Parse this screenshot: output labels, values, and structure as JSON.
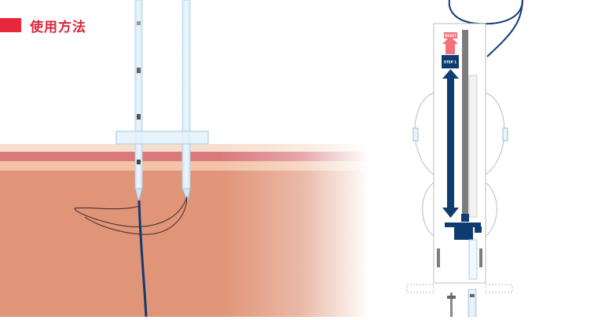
{
  "header": {
    "title": "使用方法",
    "accent_color": "#e8283a"
  },
  "device": {
    "reset_label": "RESET",
    "step_label": "STEP 1"
  },
  "colors": {
    "skin_top": "#f7dfcf",
    "skin_stripe": "#d7737a",
    "tissue": "#e09478",
    "navy": "#0f3c70",
    "needle_glass": "#dff0fb",
    "arrow_red": "#f2727a"
  }
}
